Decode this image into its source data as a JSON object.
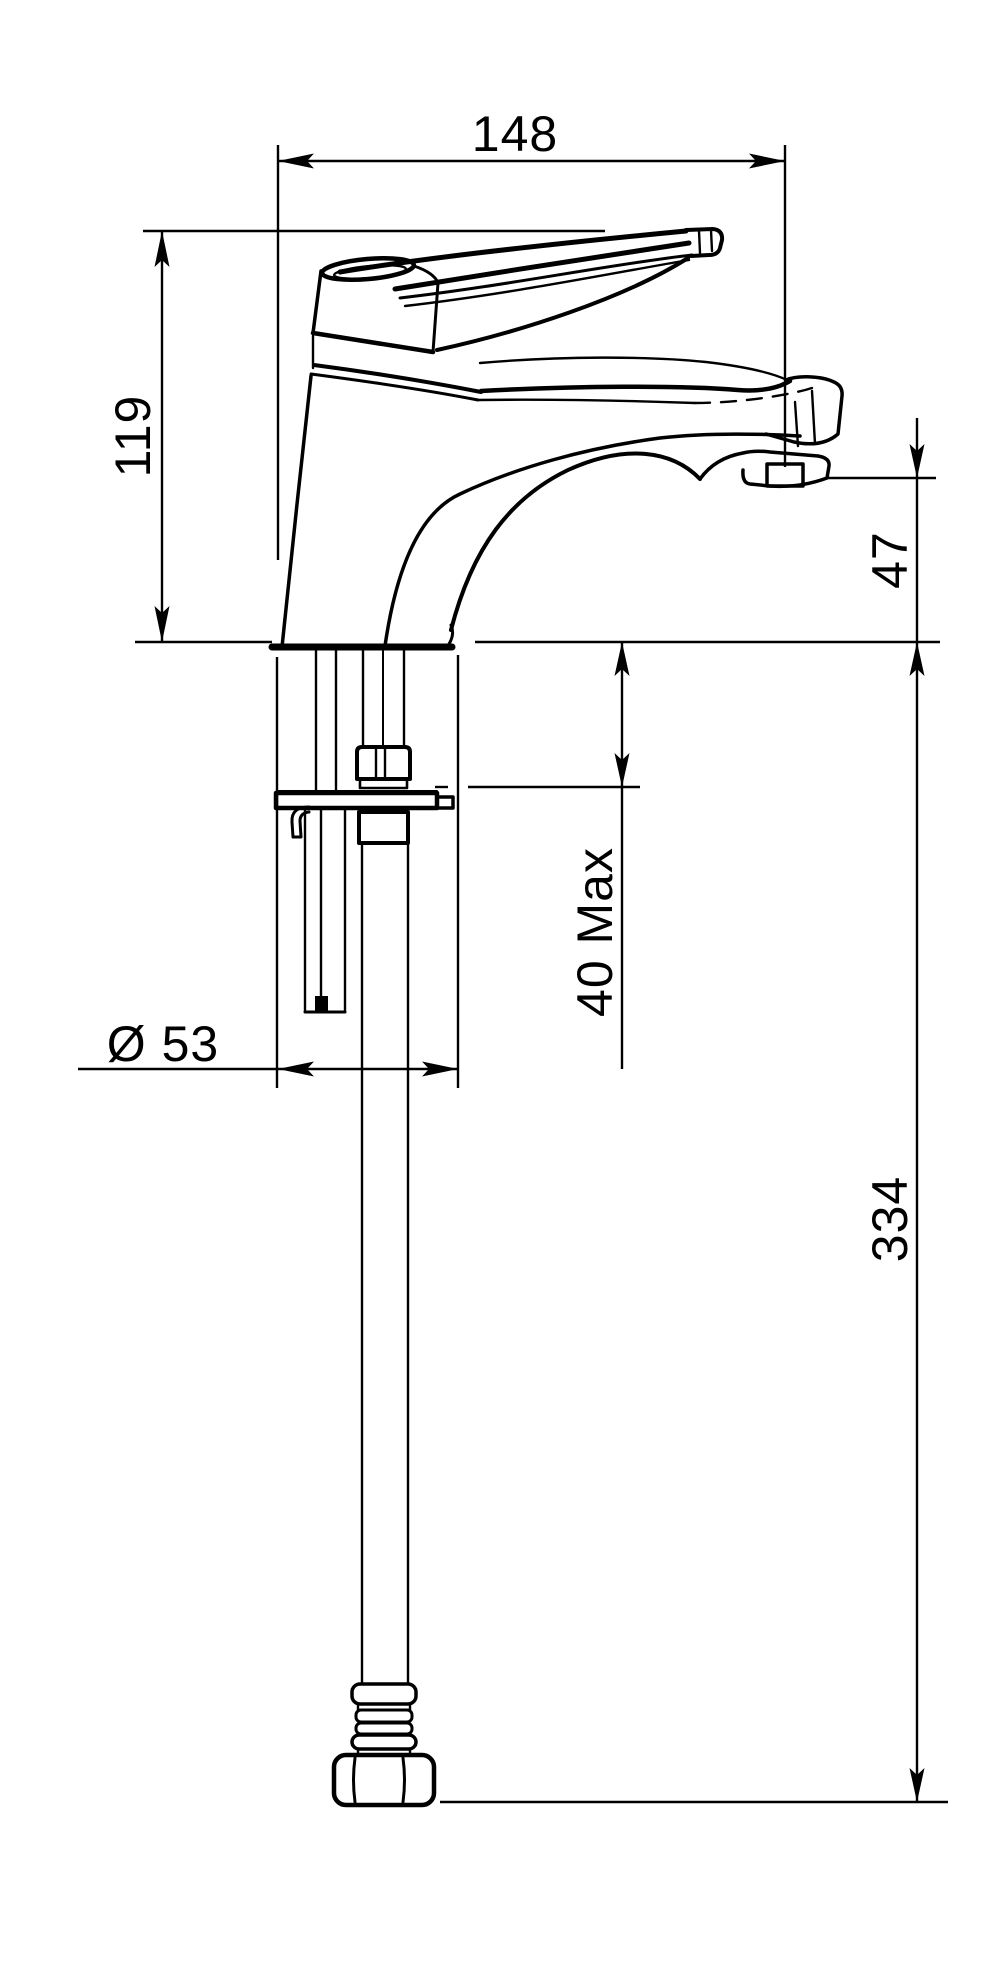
{
  "page": {
    "background_color": "#ffffff",
    "line_color": "#000000",
    "description": "Technical line drawing (side elevation) of a single-lever basin mixer tap with flexible supply hose and dimension annotations"
  },
  "drawing": {
    "dimensions": {
      "spout_reach": "148",
      "body_height": "119",
      "outlet_height": "47",
      "deck_thickness_max": "40 Max",
      "base_diameter": "Ø 53",
      "hose_drop": "334"
    }
  }
}
